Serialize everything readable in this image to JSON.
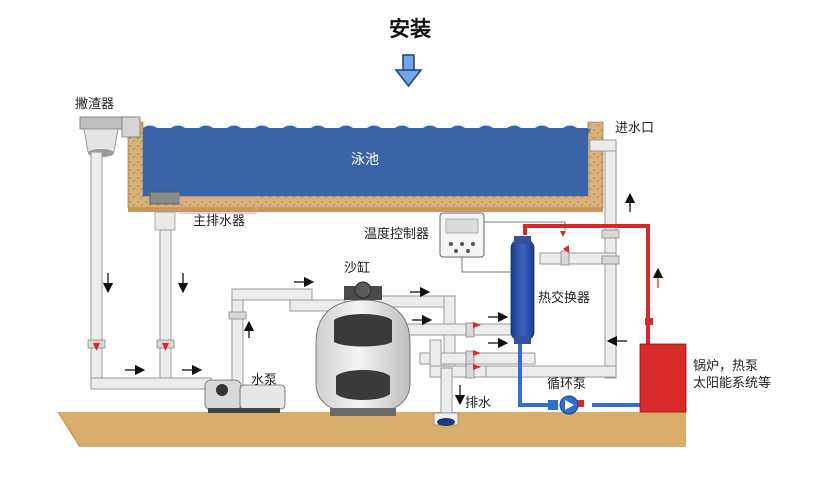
{
  "title": "安装",
  "labels": {
    "skimmer": "撇渣器",
    "pool": "泳池",
    "main_drain": "主排水器",
    "inlet": "进水口",
    "temp_controller": "温度控制器",
    "sand_filter": "沙缸",
    "heat_exchanger": "热交换器",
    "water_pump": "水泵",
    "drain": "排水",
    "circulation_pump": "循环泵",
    "heater_line1": "锅炉，热泵",
    "heater_line2": "太阳能系统等"
  },
  "colors": {
    "pool_water": "#3a63a8",
    "ground": "#d9ad6a",
    "pipe": "#e6e6e6",
    "hot_pipe": "#d8282a",
    "cold_pipe": "#2e6fd0",
    "heat_exchanger": "#2a4a9e",
    "heater": "#d92a2a",
    "pool_wall": "#d8b07a"
  }
}
